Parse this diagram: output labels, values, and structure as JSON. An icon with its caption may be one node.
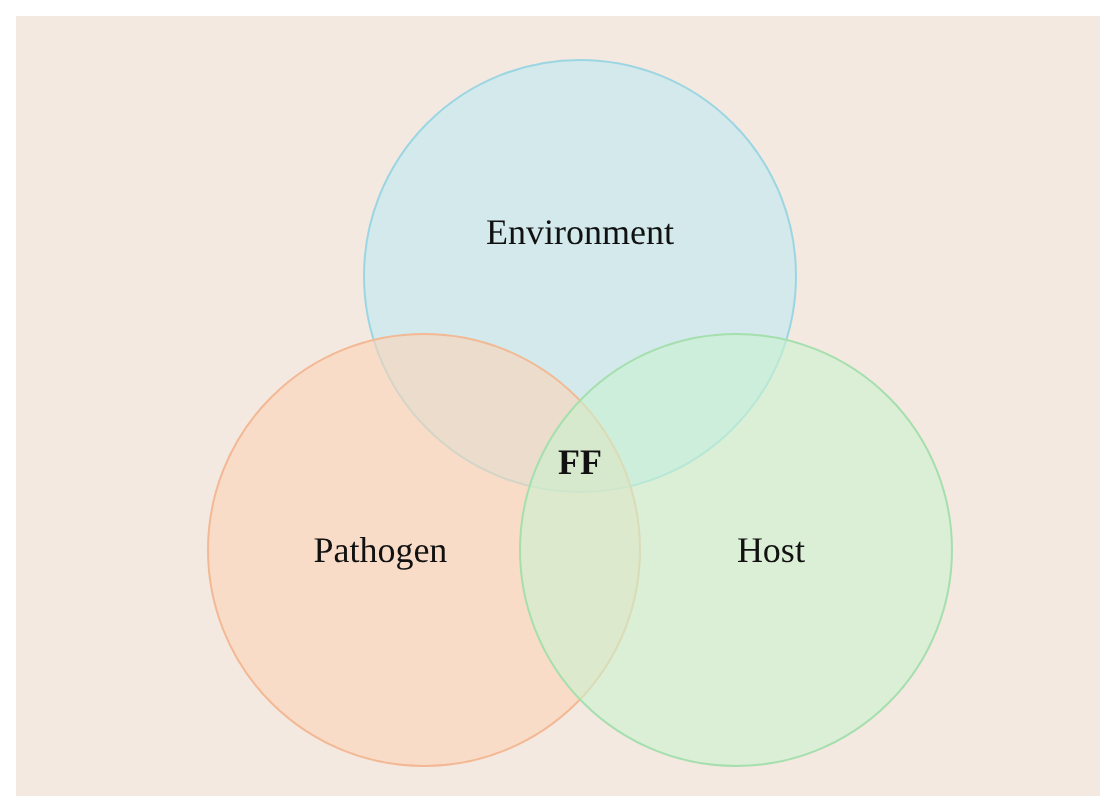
{
  "diagram": {
    "nodes": [
      {
        "text": [
          "Environment"
        ]
      },
      {
        "text": [
          "Pathogen"
        ]
      },
      {
        "text": [
          "Host"
        ]
      }
    ],
    "edges": [],
    "labels": [
      "FF"
    ]
  }
}
